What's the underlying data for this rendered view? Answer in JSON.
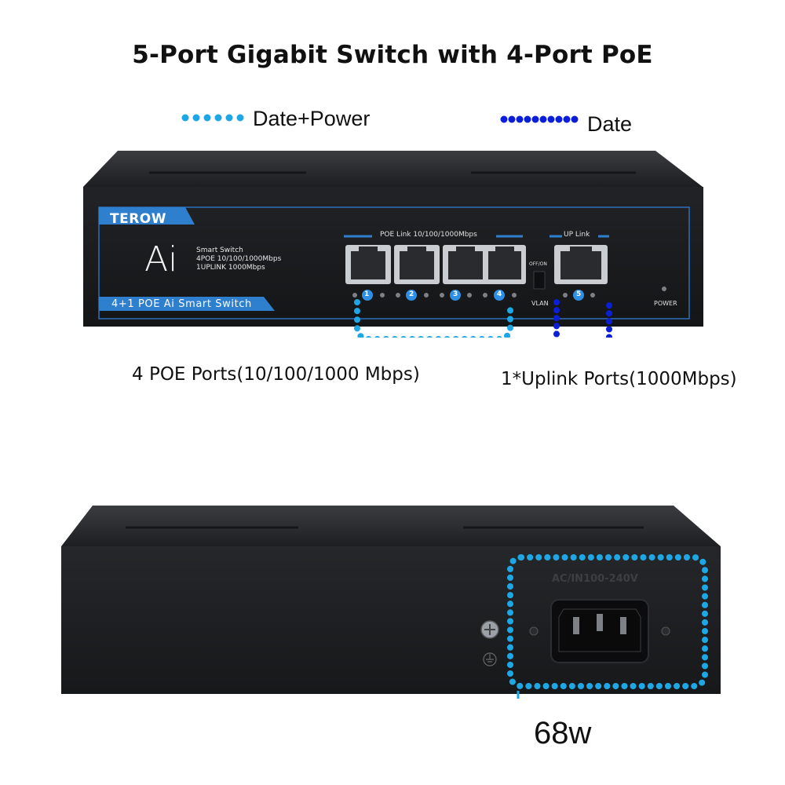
{
  "title": "5-Port Gigabit Switch with 4-Port PoE",
  "legend": {
    "data_power_label": "Date+Power",
    "data_label": "Date",
    "data_power_color": "#1ea7e4",
    "data_color": "#0a1fd6"
  },
  "front_panel": {
    "brand": "TEROW",
    "logo_text": "Ai",
    "model_lines": [
      "Smart Switch",
      "4POE 10/100/1000Mbps",
      "1UPLINK 1000Mbps"
    ],
    "banner": "4+1 POE Ai Smart Switch",
    "poe_header": "POE Link 10/100/1000Mbps",
    "uplink_header": "UP Link",
    "switch_label": "OFF/ON",
    "vlan_label": "VLAN",
    "power_label": "POWER",
    "port_numbers": [
      "1",
      "2",
      "3",
      "4",
      "5"
    ]
  },
  "callouts": {
    "poe_ports": "4 POE Ports(10/100/1000 Mbps)",
    "uplink_ports": "1*Uplink Ports(1000Mbps)"
  },
  "back_panel": {
    "ac_label": "AC/IN100-240V",
    "power_rating": "68w"
  }
}
